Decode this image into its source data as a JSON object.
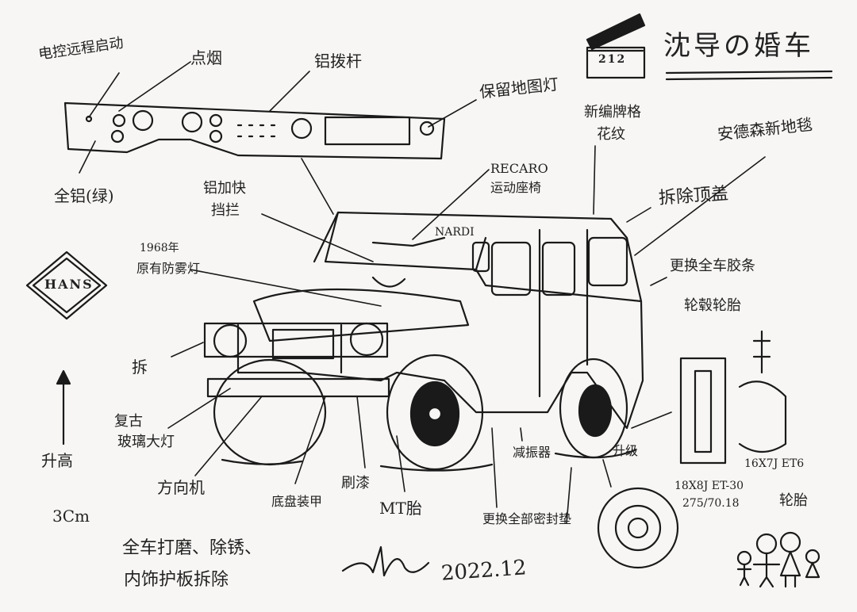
{
  "title": "沈导の婚车",
  "clapper_text": "212",
  "logo_text": "HANS",
  "signature_date": "2022.12",
  "labels": {
    "remote_start": "电控远程启动",
    "cigarette_lighter": "点烟",
    "aluminum_lever": "铝拨杆",
    "map_light": "保留地图灯",
    "aluminum_dash": "全铝(绿)",
    "recaro": "RECARO",
    "sport_seat": "运动座椅",
    "nardi": "NARDI",
    "new_weave": "新编牌格",
    "pattern": "花纹",
    "anderson": "安德森新地毯",
    "aluminum_guard_1": "铝加快",
    "aluminum_guard_2": "挡拦",
    "lamp_year": "1968年",
    "lamp_desc": "原有防雾灯",
    "remove_roof": "拆除顶盖",
    "full_seal": "更换全车胶条",
    "wheel_hub": "轮毂轮胎",
    "remove": "拆",
    "retro_1": "复古",
    "retro_2": "玻璃大灯",
    "steering": "方向机",
    "chassis": "底盘装甲",
    "paint": "刷漆",
    "mt_tire": "MT胎",
    "seal_pads": "更换全部密封垫",
    "shock": "减振器",
    "lift": "升级",
    "tire_size_1": "16X7J ET6",
    "tire_size_2": "18X8J ET-30",
    "tire_size_3": "275/70.18",
    "tires": "轮胎",
    "raise_1": "升高",
    "raise_2": "3Cm",
    "note_1": "全车打磨、除锈、",
    "note_2": "内饰护板拆除"
  }
}
